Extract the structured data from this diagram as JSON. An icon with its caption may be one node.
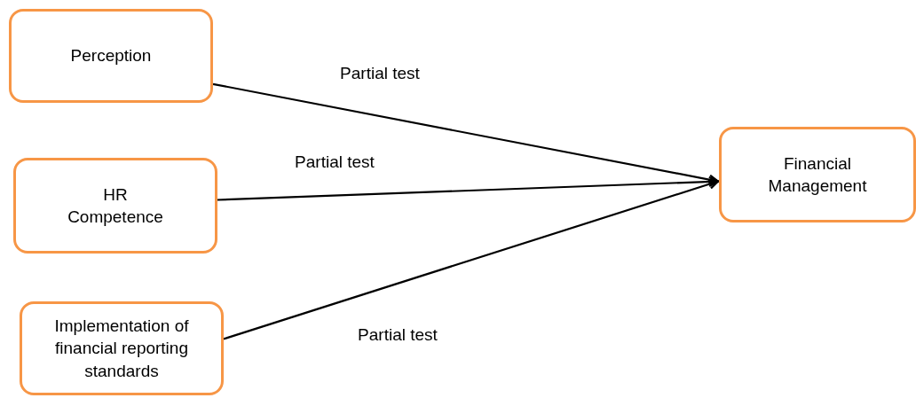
{
  "diagram": {
    "nodes": [
      {
        "text": [
          "Perception"
        ]
      },
      {
        "text": [
          "HR Competence"
        ]
      },
      {
        "text": [
          "Implementation of financial reporting standards"
        ]
      },
      {
        "text": [
          "Financial Management"
        ]
      }
    ],
    "edges": [
      {
        "from": 0,
        "to": 3,
        "arrow": "to",
        "label": "Partial test"
      },
      {
        "from": 1,
        "to": 3,
        "arrow": "to",
        "label": "Partial test"
      },
      {
        "from": 2,
        "to": 3,
        "arrow": "to",
        "label": "Partial test"
      }
    ]
  }
}
